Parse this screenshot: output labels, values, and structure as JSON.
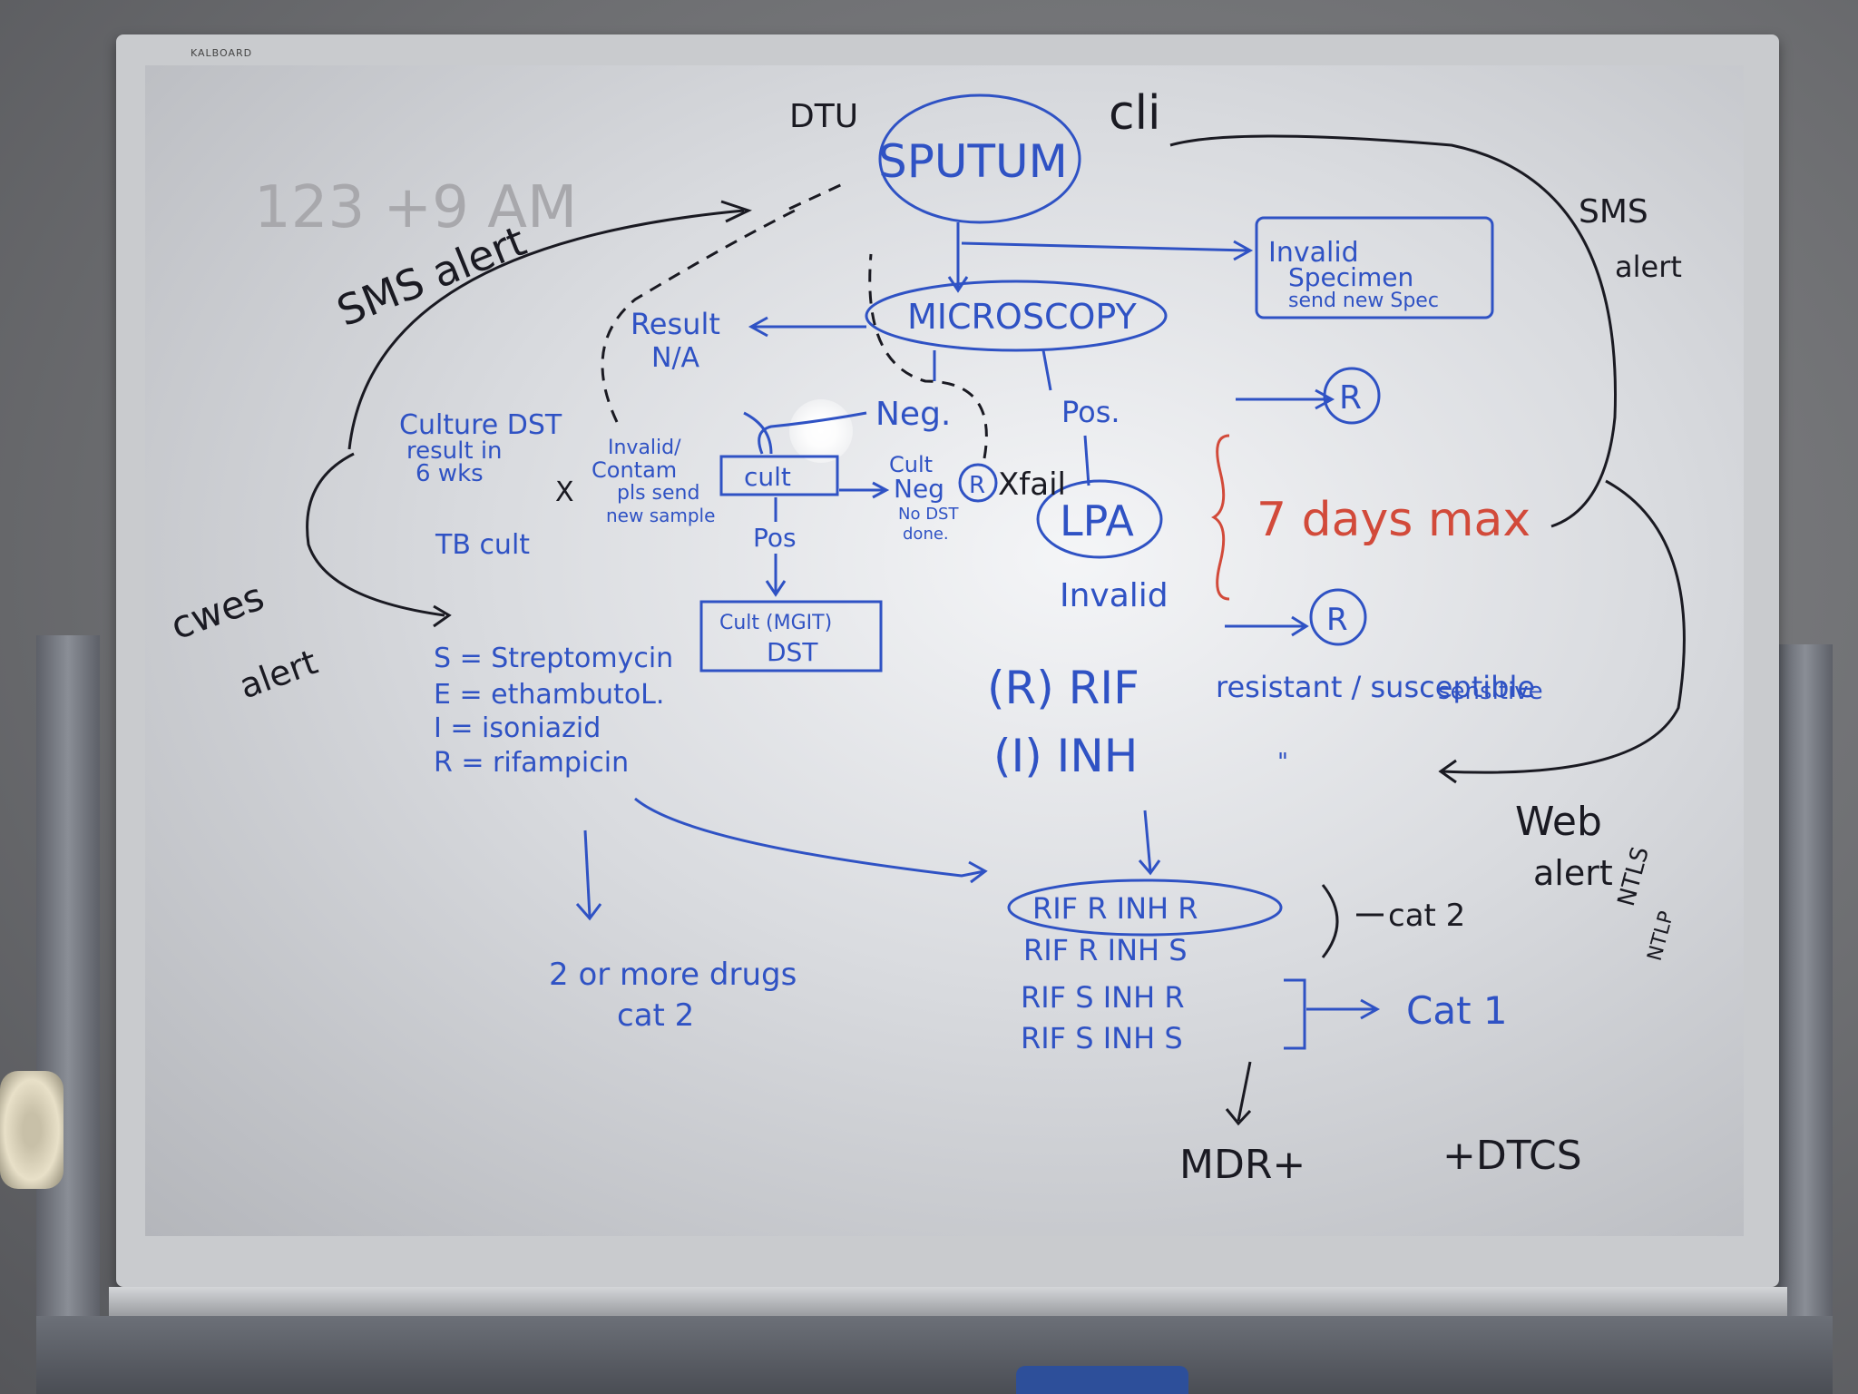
{
  "board": {
    "brand": "KALBOARD",
    "faint_top_left": "123 +9 AM"
  },
  "nodes": {
    "sputum": "SPUTUM",
    "dtu": "DTU",
    "clinic": "cli",
    "invalid_specimen": [
      "Invalid",
      "Specimen",
      "send new Spec"
    ],
    "microscopy": "MICROSCOPY",
    "result_na": [
      "Result",
      "N/A"
    ],
    "neg": "Neg.",
    "pos": "Pos.",
    "lpa": "LPA",
    "r_mark": "R",
    "seven_days": "7 days max",
    "lpa_invalid": "Invalid",
    "culture_dst_note": [
      "Culture DST",
      "result in",
      "6 wks"
    ],
    "cult_invalid_note": [
      "Invalid/",
      "Contam",
      "pls send",
      "new sample"
    ],
    "cult_box": "cult",
    "cult_neg_note": [
      "Cult",
      "Neg",
      "No DST",
      "done."
    ],
    "x_mark": "X",
    "cult_pos": "Pos",
    "tb_cult": "TB cult",
    "dst_box": [
      "Cult (MGIT)",
      "DST"
    ],
    "fail_mark": "Xfail"
  },
  "legend": [
    "S = Streptomycin",
    "E = ethambutoL.",
    "I = isoniazid",
    "R = rifampicin"
  ],
  "results": {
    "rif": "(R) RIF",
    "rif_note": "resistant / susceptible",
    "rif_note2": "sensitive",
    "inh": "(I) INH",
    "ditto": "\""
  },
  "outcomes": {
    "rows": [
      "RIF R  INH R",
      "RIF R  INH S",
      "RIF S  INH R",
      "RIF S  INH S"
    ],
    "cat2": "cat 2",
    "cat1": "Cat 1",
    "more_drugs": "2 or more drugs",
    "more_drugs_cat": "cat 2",
    "mdr": "MDR+",
    "dtcs": "+DTCS"
  },
  "alerts": {
    "sms_left": "SMS alert",
    "sms_right": [
      "SMS",
      "alert"
    ],
    "web": [
      "Web",
      "alert"
    ],
    "web_paren": [
      "NTLS",
      "NTLP"
    ],
    "cwes": [
      "cwes",
      "alert"
    ]
  }
}
